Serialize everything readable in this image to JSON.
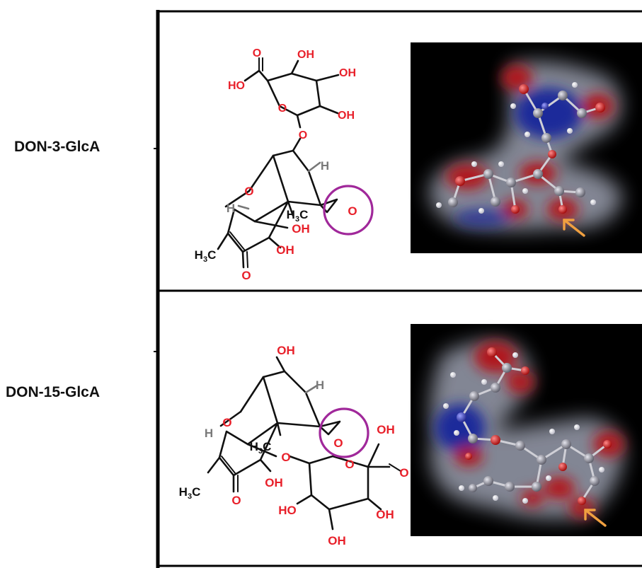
{
  "rows": [
    {
      "label": "DON-3-GlcA",
      "atoms": {
        "o_carbonyl_top": "O",
        "oh_top1": "OH",
        "ho_acid": "HO",
        "oh_right1": "OH",
        "o_ring": "O",
        "oh_right2": "OH",
        "o_link": "O",
        "h_top": "H",
        "o_pyran": "O",
        "h_left": "H",
        "h3c_mid": "H3C",
        "o_epoxide": "O",
        "oh_ch2": "OH",
        "h3c_left": "H3C",
        "oh_ring": "OH",
        "o_ketone": "O"
      }
    },
    {
      "label": "DON-15-GlcA",
      "atoms": {
        "oh_top": "OH",
        "h_top": "H",
        "o_pyran": "O",
        "h_left": "H",
        "h3c_mid": "H3C",
        "o_epoxide": "O",
        "oh_acid": "OH",
        "o_link": "O",
        "o_ring": "O",
        "o_carbonyl": "O",
        "h3c_left": "H3C",
        "oh_ring": "OH",
        "o_ketone": "O",
        "ho_bottom": "HO",
        "oh_bottom": "OH",
        "oh_lowest": "OH"
      }
    }
  ],
  "colors": {
    "heteroatom": "#e8202a",
    "bond": "#111111",
    "highlight_circle": "#a0289a",
    "arrow": "#f0a040",
    "render_background": "#000000",
    "surface_gray": "#8a8e9c",
    "surface_red": "#b0181c",
    "surface_blue": "#1e2a9a",
    "atom_carbon": "#9a9aa4",
    "atom_oxygen": "#ee2020",
    "atom_hydrogen": "#ffffff",
    "atom_nitrogen": "#4a50c8"
  }
}
